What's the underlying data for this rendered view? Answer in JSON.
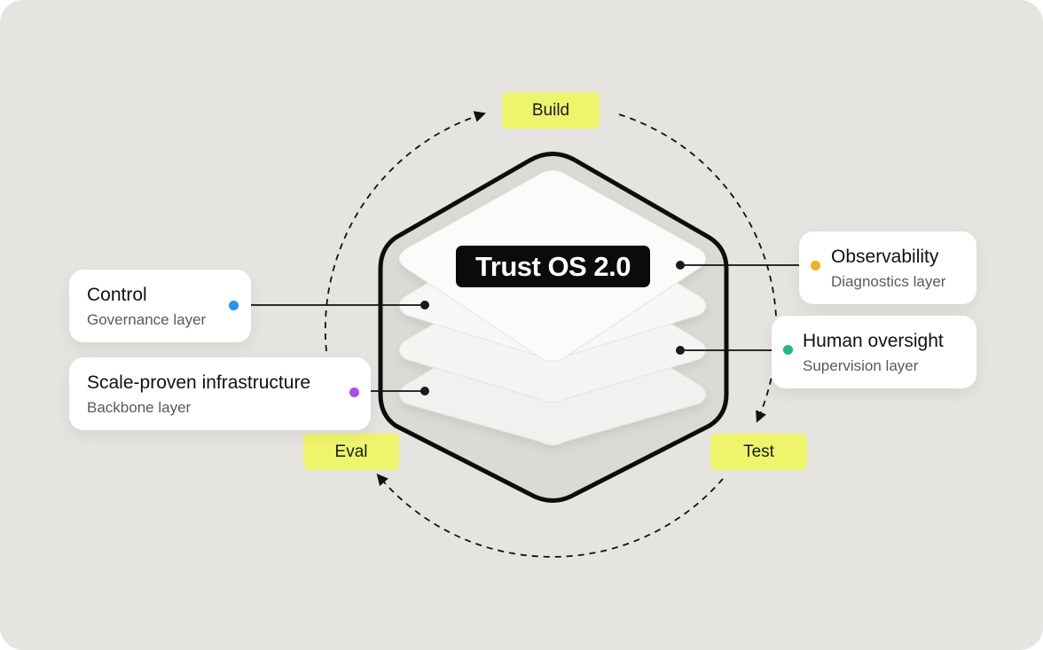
{
  "title": "Trust OS 2.0",
  "phases": {
    "build": "Build",
    "test": "Test",
    "eval": "Eval"
  },
  "layers": {
    "control": {
      "title": "Control",
      "subtitle": "Governance layer",
      "color": "#2196f3"
    },
    "infrastructure": {
      "title": "Scale-proven infrastructure",
      "subtitle": "Backbone layer",
      "color": "#a94df0"
    },
    "observability": {
      "title": "Observability",
      "subtitle": "Diagnostics layer",
      "color": "#f2b01e"
    },
    "oversight": {
      "title": "Human oversight",
      "subtitle": "Supervision layer",
      "color": "#1cb98a"
    }
  },
  "colors": {
    "background": "#e6e4e0",
    "phase_highlight": "#eef56a",
    "title_badge": "#0b0b0b"
  }
}
